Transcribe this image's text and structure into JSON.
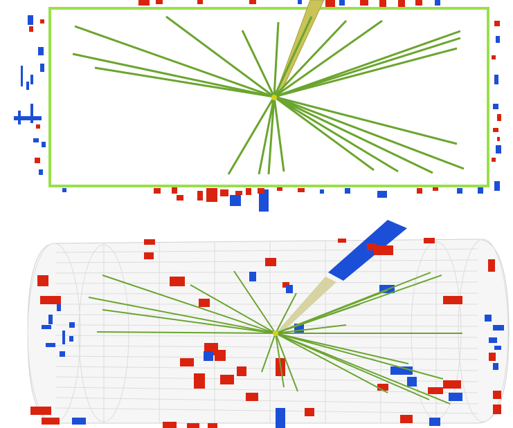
{
  "colors": {
    "background": "#ffffff",
    "detector_frame": "#9ae04a",
    "track": "#6aa52e",
    "jet_cone": "#c9c35a",
    "jet_cone_3d": "#d4cf9a",
    "vertex": "#d6d21a",
    "deposit_red": "#d9230f",
    "deposit_blue": "#1c4fd8",
    "cylinder_wire": "#c8c8c8"
  },
  "views": [
    {
      "name": "rz-projection",
      "description_icon": "frame-with-tracks"
    },
    {
      "name": "3d-barrel-view",
      "description_icon": "cylinder-with-tracks"
    }
  ]
}
